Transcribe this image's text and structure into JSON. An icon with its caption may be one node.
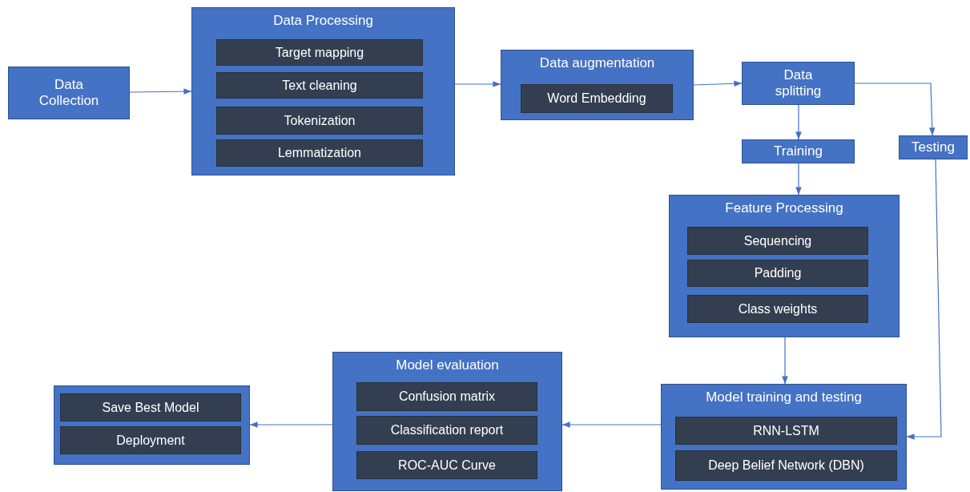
{
  "diagram": {
    "nodes": [
      {
        "text": [
          "Data Collection"
        ]
      },
      {
        "text": [
          "Data Processing"
        ]
      },
      {
        "text": [
          "Target mapping"
        ],
        "in": 1
      },
      {
        "text": [
          "Text cleaning"
        ],
        "in": 1
      },
      {
        "text": [
          "Tokenization"
        ],
        "in": 1
      },
      {
        "text": [
          "Lemmatization"
        ],
        "in": 1
      },
      {
        "text": [
          "Data augmentation"
        ]
      },
      {
        "text": [
          "Word Embedding"
        ],
        "in": 6
      },
      {
        "text": [
          "Data splitting"
        ]
      },
      {
        "text": [
          "Training"
        ]
      },
      {
        "text": [
          "Testing"
        ]
      },
      {
        "text": [
          "Feature Processing"
        ]
      },
      {
        "text": [
          "Sequencing"
        ],
        "in": 11
      },
      {
        "text": [
          "Padding"
        ],
        "in": 11
      },
      {
        "text": [
          "Class weights"
        ],
        "in": 11
      },
      {
        "text": [
          "Model training and testing"
        ]
      },
      {
        "text": [
          "RNN-LSTM"
        ],
        "in": 15
      },
      {
        "text": [
          "Deep Belief Network (DBN)"
        ],
        "in": 15
      },
      {
        "text": [
          "Model evaluation"
        ]
      },
      {
        "text": [
          "Confusion matrix"
        ],
        "in": 18
      },
      {
        "text": [
          "Classification report"
        ],
        "in": 18
      },
      {
        "text": [
          "ROC-AUC Curve"
        ],
        "in": 18
      },
      {
        "text": [],
        "shape": "box"
      },
      {
        "text": [
          "Save Best Model"
        ],
        "in": 22
      },
      {
        "text": [
          "Deployment"
        ],
        "in": 22
      }
    ],
    "edges": [
      {
        "from": 0,
        "to": 1,
        "arrow": "to"
      },
      {
        "from": 1,
        "to": 6,
        "arrow": "to"
      },
      {
        "from": 6,
        "to": 8,
        "arrow": "to"
      },
      {
        "from": 8,
        "to": 9,
        "arrow": "to"
      },
      {
        "from": 8,
        "to": 10,
        "arrow": "to"
      },
      {
        "from": 9,
        "to": 11,
        "arrow": "to"
      },
      {
        "from": 10,
        "to": 15,
        "arrow": "to"
      },
      {
        "from": 11,
        "to": 15,
        "arrow": "to"
      },
      {
        "from": 15,
        "to": 18,
        "arrow": "to"
      },
      {
        "from": 18,
        "to": 22,
        "arrow": "to"
      }
    ]
  }
}
